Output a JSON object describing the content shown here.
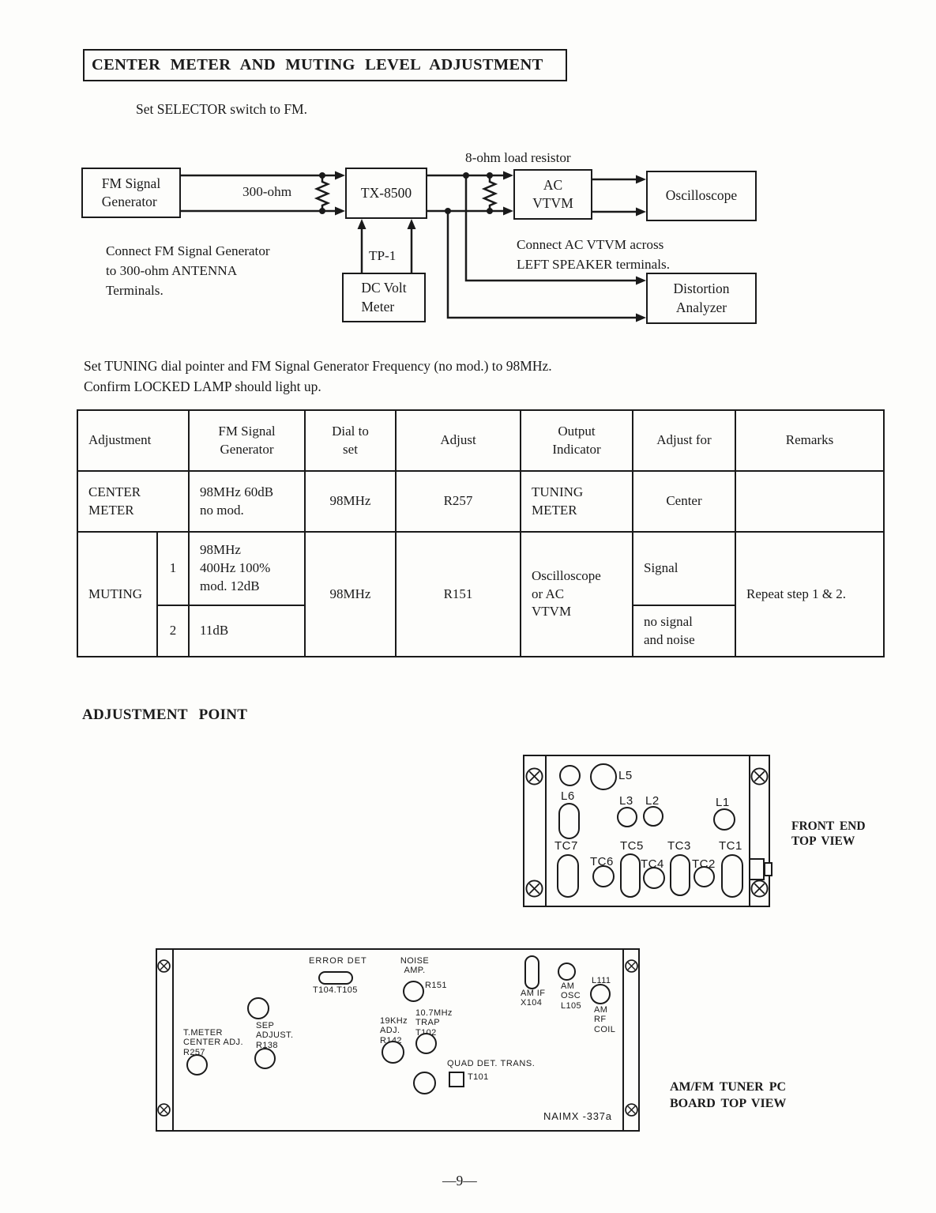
{
  "page": {
    "title": "CENTER METER AND MUTING LEVEL ADJUSTMENT",
    "selector_note": "Set SELECTOR switch to FM.",
    "tuning_note": "Set TUNING dial pointer and FM Signal Generator Frequency (no mod.) to 98MHz.\nConfirm LOCKED LAMP should light up.",
    "adjustment_point_heading": "ADJUSTMENT  POINT",
    "page_number": "—9—",
    "ink_color": "#1a1a1a",
    "paper_color": "#fdfdfb"
  },
  "block_diagram": {
    "load_resistor_label": "8-ohm load resistor",
    "antenna_label": "300-ohm",
    "tp1_label": "TP-1",
    "fm_signal_generator": "FM Signal\nGenerator",
    "tx8500": "TX-8500",
    "ac_vtvm": "AC\nVTVM",
    "oscilloscope": "Oscilloscope",
    "dc_volt_meter": "DC Volt\nMeter",
    "distortion_analyzer": "Distortion\nAnalyzer",
    "note_left": "Connect FM Signal Generator\nto 300-ohm ANTENNA\nTerminals.",
    "note_right": "Connect AC VTVM across\nLEFT SPEAKER terminals."
  },
  "table": {
    "headers": [
      "Adjustment",
      "FM Signal\nGenerator",
      "Dial to\nset",
      "Adjust",
      "Output\nIndicator",
      "Adjust for",
      "Remarks"
    ],
    "center_meter": {
      "adjustment": "CENTER\nMETER",
      "fm_signal": "98MHz 60dB\nno mod.",
      "dial": "98MHz",
      "adjust": "R257",
      "output": "TUNING\nMETER",
      "adjust_for": "Center",
      "remarks": ""
    },
    "muting": {
      "adjustment": "MUTING",
      "dial": "98MHz",
      "adjust": "R151",
      "output": "Oscilloscope\nor AC\nVTVM",
      "remarks": "Repeat step 1 & 2.",
      "steps": [
        {
          "num": "1",
          "fm_signal": "98MHz\n400Hz 100%\nmod. 12dB",
          "adjust_for": "Signal"
        },
        {
          "num": "2",
          "fm_signal": "11dB",
          "adjust_for": "no signal\nand noise"
        }
      ]
    }
  },
  "front_end": {
    "caption": "FRONT END\nTOP VIEW",
    "labels": {
      "l5": "L5",
      "l6": "L6",
      "l3": "L3",
      "l2": "L2",
      "l1": "L1",
      "tc7": "TC7",
      "tc6": "TC6",
      "tc5": "TC5",
      "tc4": "TC4",
      "tc3": "TC3",
      "tc2": "TC2",
      "tc1": "TC1"
    }
  },
  "pc_board": {
    "caption": "AM/FM TUNER PC\nBOARD TOP VIEW",
    "board_id": "NAIMX -337a",
    "labels": {
      "error_det": "ERROR DET",
      "t104_t105": "T104.T105",
      "noise_amp": "NOISE\nAMP.",
      "r151": "R151",
      "sep_adjust": "SEP\nADJUST.\nR138",
      "t_meter": "T.METER\nCENTER ADJ.\nR257",
      "khz19": "19KHz\nADJ.\nR142",
      "trap": "10.7MHz\nTRAP\nT102",
      "quad_det": "QUAD DET. TRANS.",
      "t101": "T101",
      "am_if": "AM IF\nX104",
      "am_osc": "AM\nOSC\nL105",
      "l111": "L111",
      "am_rf": "AM\nRF\nCOIL"
    }
  }
}
